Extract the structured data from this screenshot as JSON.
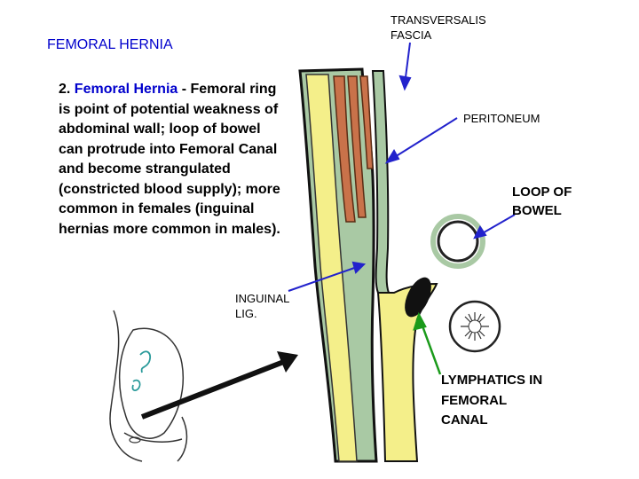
{
  "title": "FEMORAL HERNIA",
  "description": {
    "number": "2.",
    "highlight": "Femoral Hernia",
    "text": "- Femoral ring is point of potential weakness of abdominal wall; loop of bowel can protrude into Femoral Canal and become strangulated (constricted blood supply); more common in females (inguinal hernias more common in males)."
  },
  "labels": {
    "transversalis_fascia": "TRANSVERSALIS FASCIA",
    "peritoneum": "PERITONEUM",
    "loop_of_bowel": "LOOP OF BOWEL",
    "inguinal_lig": "INGUINAL LIG.",
    "lymphatics": "LYMPHATICS IN FEMORAL CANAL"
  },
  "colors": {
    "title": "#0000cc",
    "arrow_blue": "#2222cc",
    "arrow_green": "#1a9a1a",
    "layer_yellow": "#f4ef8a",
    "layer_green": "#a9c9a4",
    "muscle": "#c9724a"
  }
}
